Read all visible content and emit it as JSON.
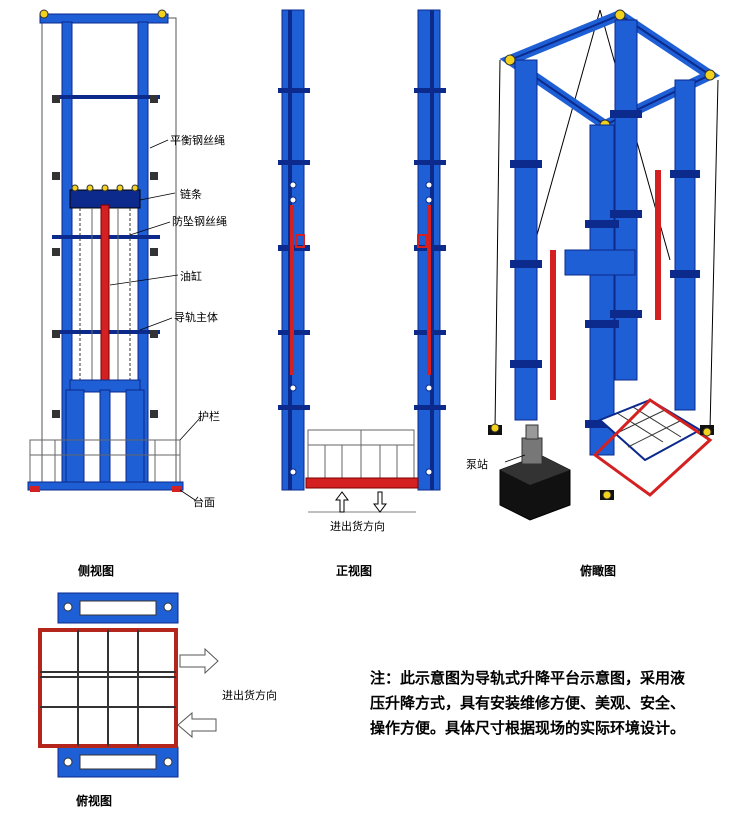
{
  "side_view": {
    "caption": "侧视图",
    "labels": {
      "balance_rope": "平衡钢丝绳",
      "chain": "链条",
      "fall_rope": "防坠钢丝绳",
      "cylinder": "油缸",
      "rail": "导轨主体",
      "guardrail": "护栏",
      "platform": "台面"
    }
  },
  "front_view": {
    "caption": "正视图",
    "direction_label": "进出货方向"
  },
  "bird_view": {
    "caption": "俯瞰图",
    "pump_label": "泵站"
  },
  "top_view": {
    "caption": "俯视图",
    "direction_label": "进出货方向"
  },
  "note": {
    "text": "注：此示意图为导轨式升降平台示意图，采用液压升降方式，具有安装维修方便、美观、安全、操作方便。具体尺寸根据现场的实际环境设计。"
  },
  "colors": {
    "frame_blue": "#1f5fd6",
    "frame_dark": "#0b2a8c",
    "accent_red": "#d42020",
    "base_black": "#111111"
  }
}
